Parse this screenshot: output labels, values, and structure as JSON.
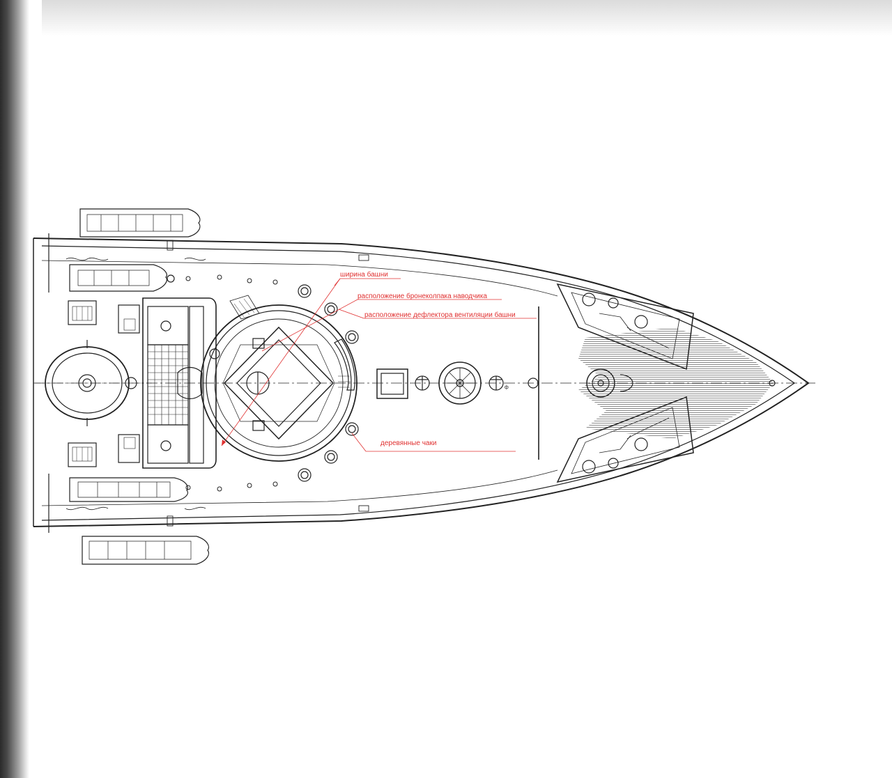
{
  "colors": {
    "ink": "#222222",
    "annotation": "#e03030",
    "deck_hatch": "#8a8a8a",
    "paper": "#ffffff"
  },
  "annotations": [
    {
      "id": "turret-width",
      "text": "ширина башни"
    },
    {
      "id": "gunner-hood",
      "text": "расположение бронеколпака наводчика"
    },
    {
      "id": "vent-deflector",
      "text": "расположение дефлектора вентиляции башни"
    },
    {
      "id": "wooden-chocks",
      "text": "деревянные чаки"
    }
  ],
  "drawing_label": "ф"
}
